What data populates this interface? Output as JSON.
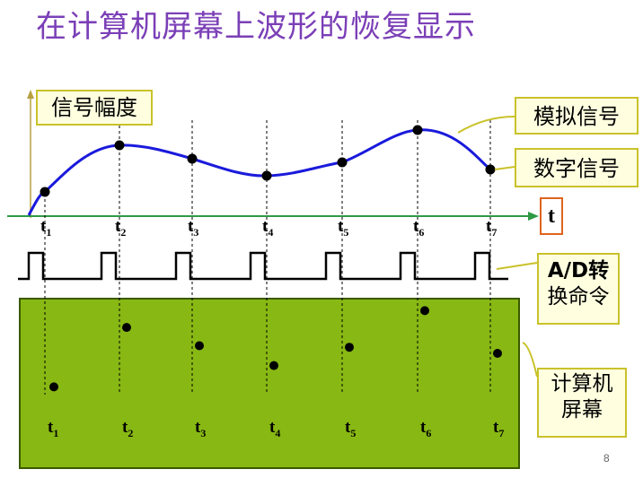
{
  "title": "在计算机屏幕上波形的恢复显示",
  "labels": {
    "amplitude": "信号幅度",
    "analog": "模拟信号",
    "digital": "数字信号",
    "time_axis": "t",
    "ad_line1": "A/D转",
    "ad_line2": "换命令",
    "screen_line1": "计算机",
    "screen_line2": "屏幕"
  },
  "time_labels": [
    {
      "base": "t",
      "sub": "1"
    },
    {
      "base": "t",
      "sub": "2"
    },
    {
      "base": "t",
      "sub": "3"
    },
    {
      "base": "t",
      "sub": "4"
    },
    {
      "base": "t",
      "sub": "5"
    },
    {
      "base": "t",
      "sub": "6"
    },
    {
      "base": "t",
      "sub": "7"
    }
  ],
  "samples": [
    {
      "time": "t1",
      "level": 0.18
    },
    {
      "time": "t2",
      "level": 0.57
    },
    {
      "time": "t3",
      "level": 0.45
    },
    {
      "time": "t4",
      "level": 0.32
    },
    {
      "time": "t5",
      "level": 0.44
    },
    {
      "time": "t6",
      "level": 0.68
    },
    {
      "time": "t7",
      "level": 0.4
    }
  ],
  "colors": {
    "title": "#7b3fb7",
    "analog_curve": "#1a1adc",
    "screen_fill": "#88b814",
    "screen_border": "#3a5a00",
    "axis_green": "#2e9a44",
    "callout": "#c9c22a",
    "t_box_border": "#e0641e"
  },
  "page_number": "8"
}
